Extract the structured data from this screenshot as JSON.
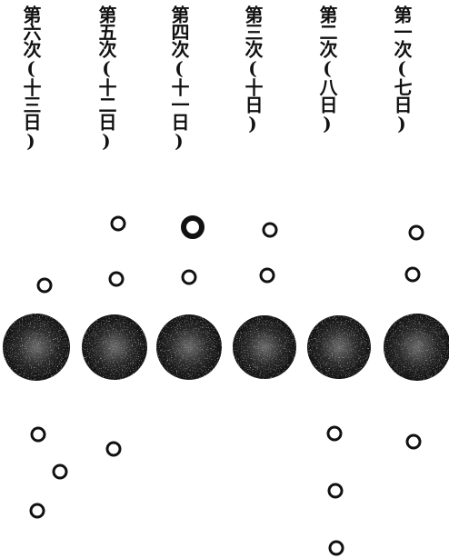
{
  "figure": {
    "observations": [
      {
        "label": "第一次(七日)",
        "moons_above": 2,
        "moons_below": 1
      },
      {
        "label": "第二次(八日)",
        "moons_above": 0,
        "moons_below": 3
      },
      {
        "label": "第三次(十日)",
        "moons_above": 2,
        "moons_below": 0
      },
      {
        "label": "第四次(十一日)",
        "moons_above": 2,
        "moons_below": 0
      },
      {
        "label": "第五次(十二日)",
        "moons_above": 2,
        "moons_below": 1
      },
      {
        "label": "第六次(十三日)",
        "moons_above": 1,
        "moons_below": 3
      }
    ]
  }
}
